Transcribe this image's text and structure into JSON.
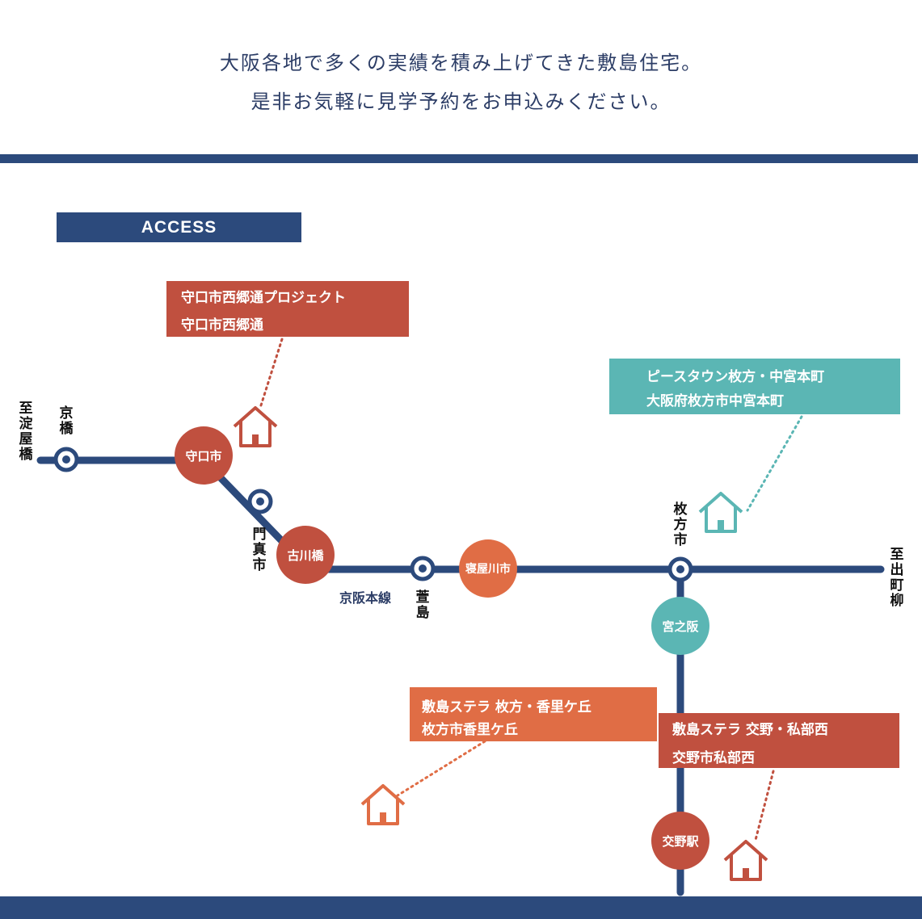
{
  "intro": {
    "line1": "大阪各地で多くの実績を積み上げてきた敷島住宅。",
    "line2": "是非お気軽に見学予約をお申込みください。"
  },
  "access_label": "ACCESS",
  "line_name": "京阪本線",
  "directions": {
    "west": "至淀屋橋",
    "east": "至出町柳"
  },
  "stations": {
    "kyobashi": "京橋",
    "moriguchishi": "守口市",
    "kadomashi": "門真市",
    "furukawabashi": "古川橋",
    "kayashima": "萱島",
    "neyagawashi": "寝屋川市",
    "hirakatashi": "枚方市",
    "miyanosaka": "宮之阪",
    "kononoeki": "交野駅"
  },
  "projects": [
    {
      "name": "守口市西郷通プロジェクト",
      "address": "守口市西郷通",
      "color": "#c0503f",
      "icon": "house-icon"
    },
    {
      "name": "ピースタウン枚方・中宮本町",
      "address": "大阪府枚方市中宮本町",
      "color": "#5bb6b4",
      "icon": "house-icon"
    },
    {
      "name": "敷島ステラ 枚方・香里ケ丘",
      "address": "枚方市香里ケ丘",
      "color": "#e06d45",
      "icon": "house-icon"
    },
    {
      "name": "敷島ステラ 交野・私部西",
      "address": "交野市私部西",
      "color": "#c0503f",
      "icon": "house-icon"
    }
  ],
  "colors": {
    "navy": "#2c4a7c",
    "red": "#c0503f",
    "orange": "#e06d45",
    "teal": "#5bb6b4"
  }
}
